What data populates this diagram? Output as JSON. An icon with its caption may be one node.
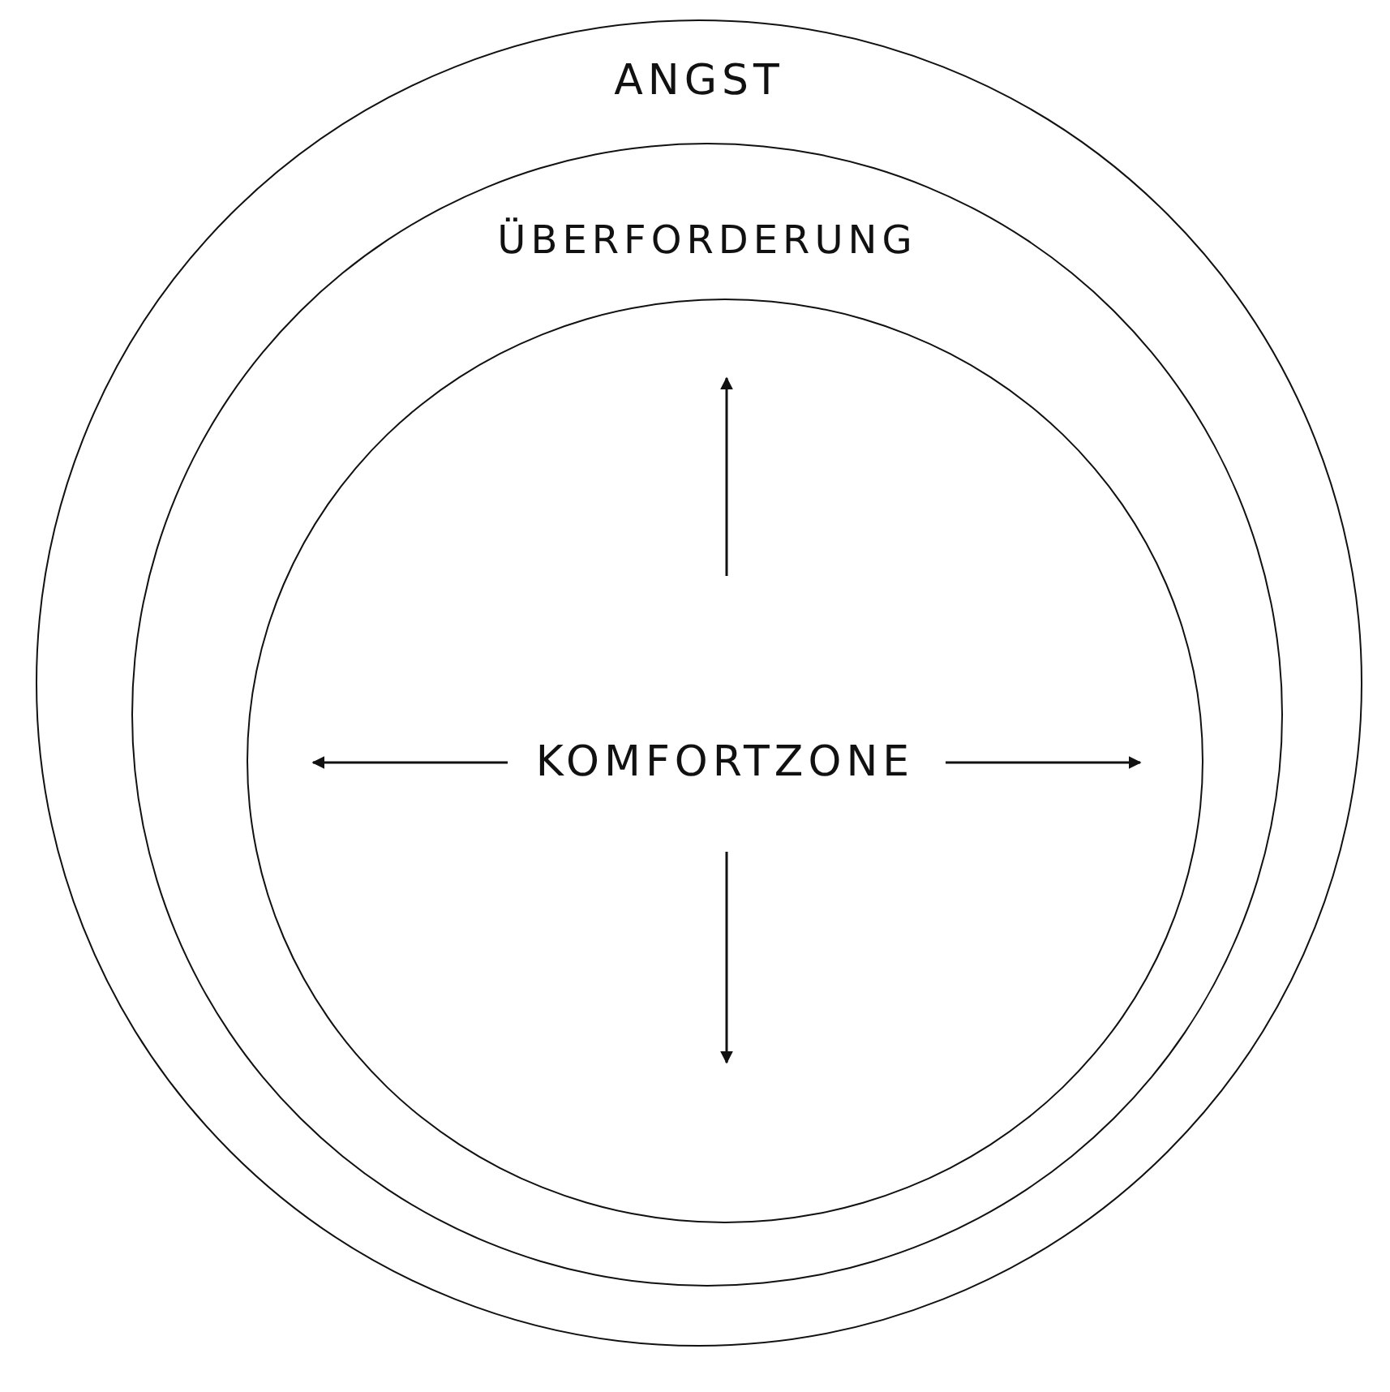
{
  "diagram": {
    "nodes": [
      {
        "text": [
          "ANGST"
        ]
      },
      {
        "text": [
          "ÜBERFORDERUNG"
        ],
        "in": 0
      },
      {
        "text": [
          "KOMFORTZONE"
        ],
        "in": 1
      }
    ]
  }
}
